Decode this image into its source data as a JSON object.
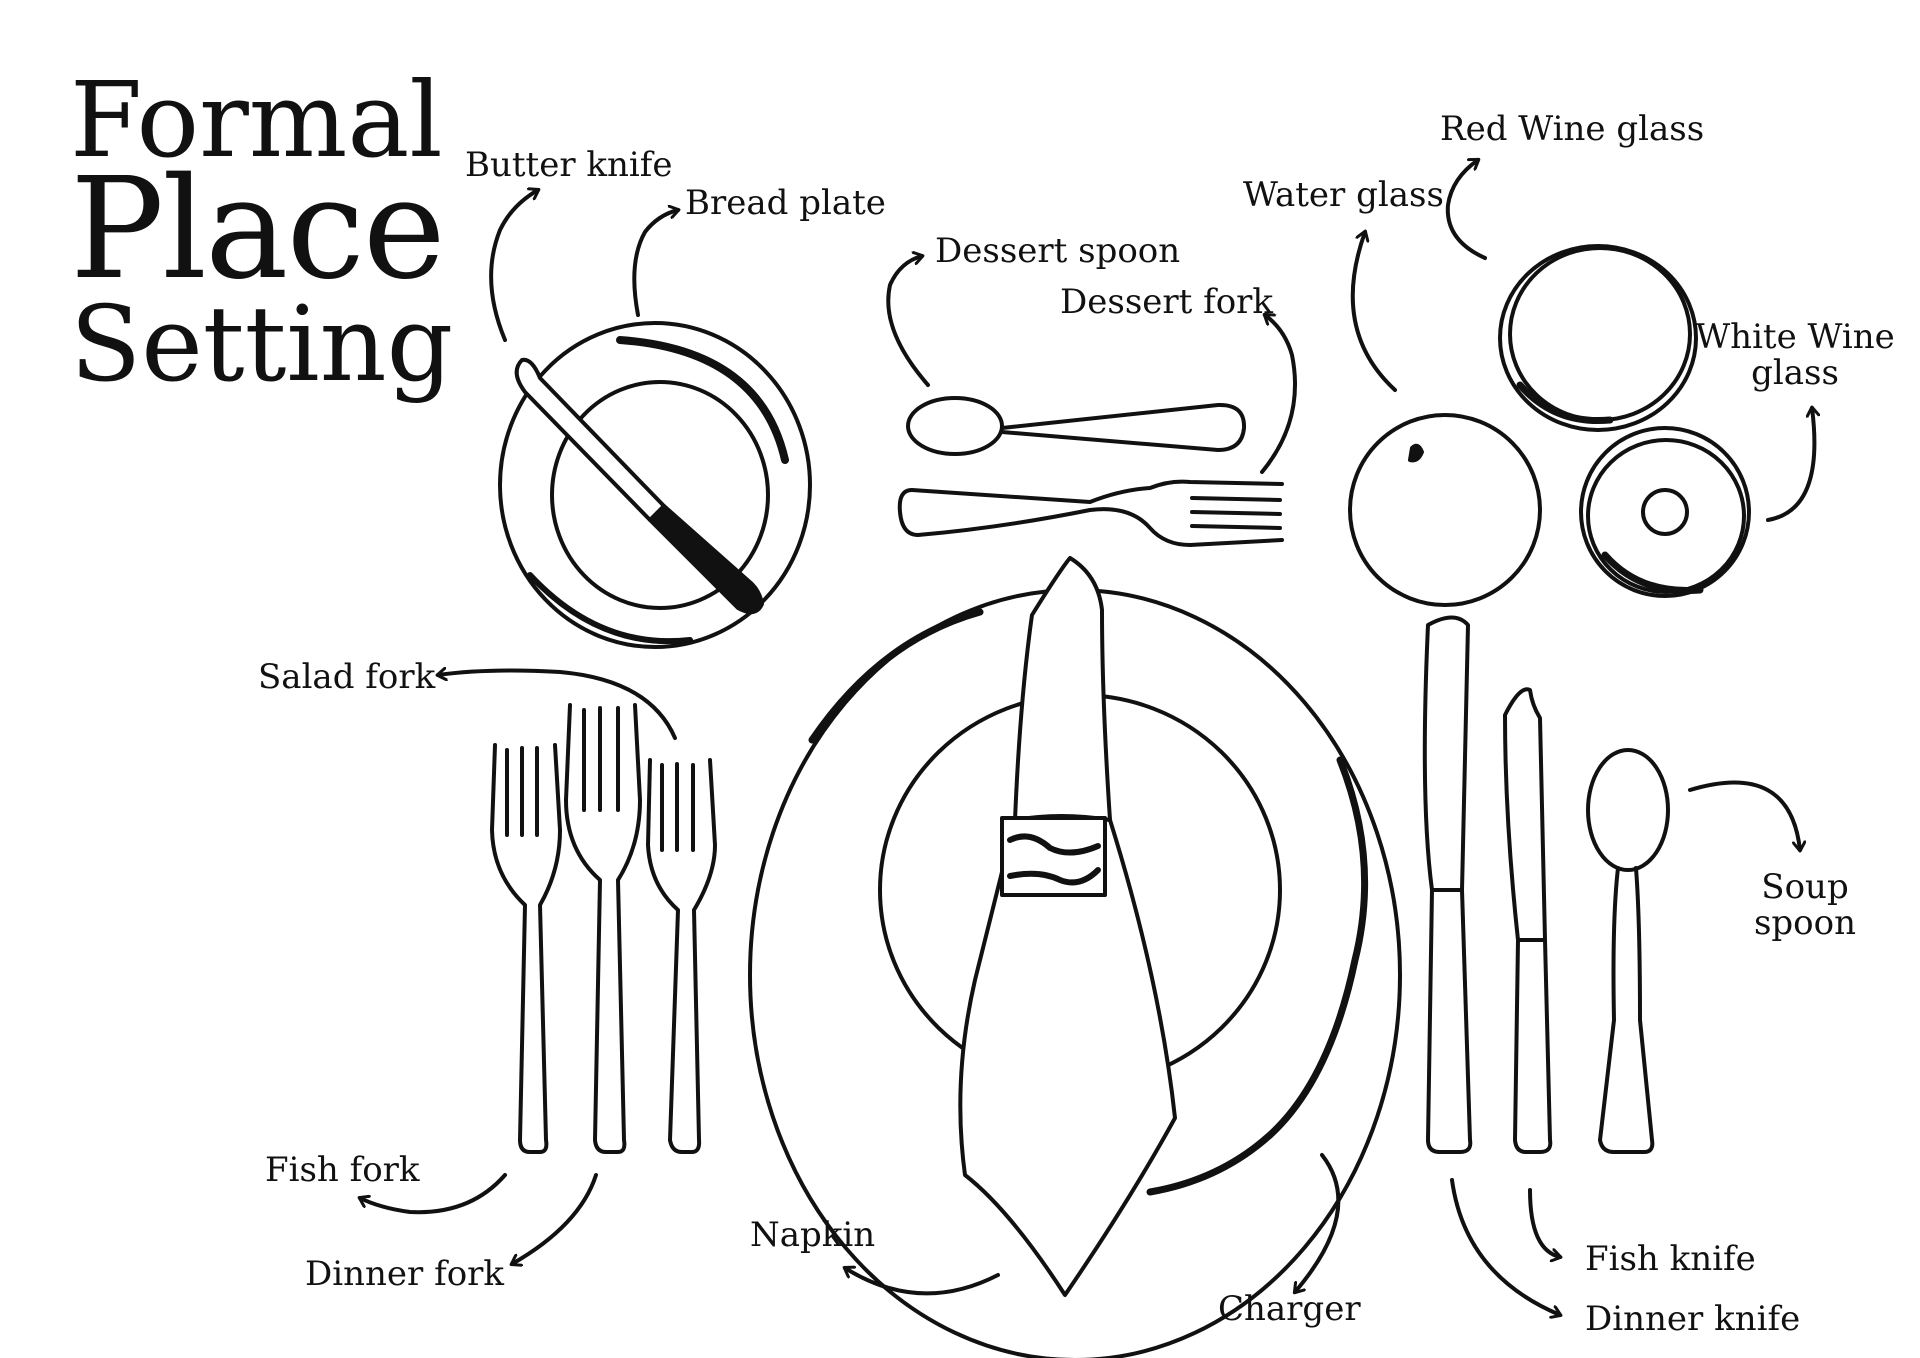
{
  "title": {
    "line1": "Formal",
    "line2": "Place",
    "line3": "Setting"
  },
  "labels": {
    "butter_knife": "Butter knife",
    "bread_plate": "Bread plate",
    "dessert_spoon": "Dessert spoon",
    "dessert_fork": "Dessert fork",
    "water_glass": "Water glass",
    "red_wine_glass": "Red Wine glass",
    "white_wine_glass_1": "White Wine",
    "white_wine_glass_2": "glass",
    "salad_fork": "Salad fork",
    "soup_spoon_1": "Soup",
    "soup_spoon_2": "spoon",
    "fish_fork": "Fish fork",
    "dinner_fork": "Dinner fork",
    "napkin": "Napkin",
    "charger": "Charger",
    "fish_knife": "Fish knife",
    "dinner_knife": "Dinner knife"
  },
  "colors": {
    "ink": "#111111",
    "background": "#ffffff"
  }
}
